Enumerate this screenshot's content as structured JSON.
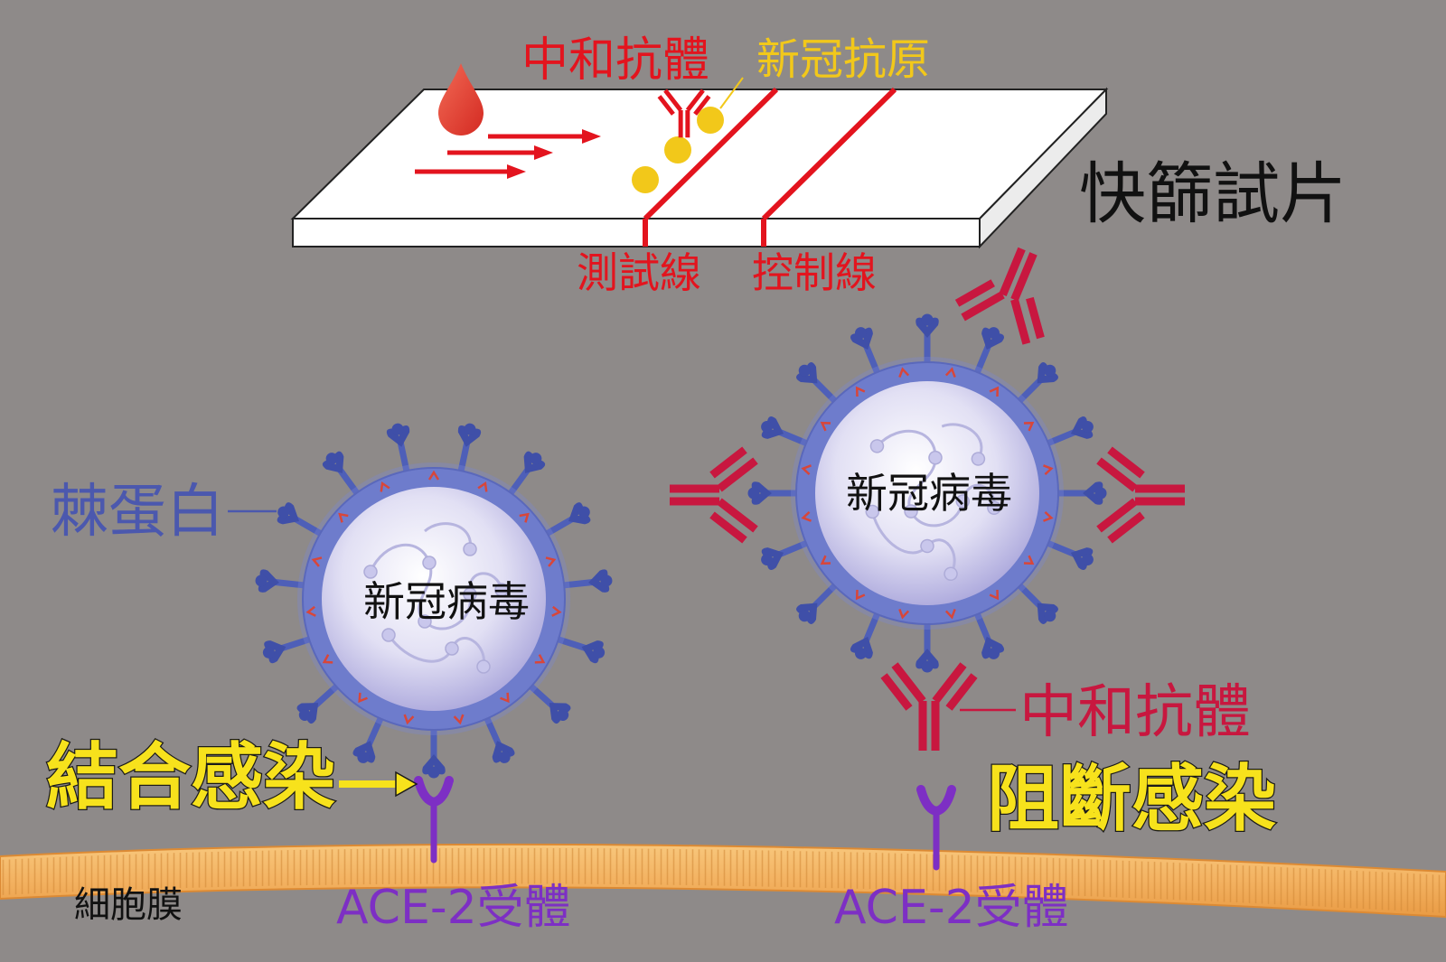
{
  "strip": {
    "title": "快篩試片",
    "antibody_label": "中和抗體",
    "antigen_label": "新冠抗原",
    "test_line_label": "測試線",
    "control_line_label": "控制線"
  },
  "left_virus": {
    "label": "新冠病毒",
    "spike_label": "棘蛋白",
    "action_label": "結合感染",
    "receptor_label": "ACE-2受體"
  },
  "right_virus": {
    "label": "新冠病毒",
    "antibody_label": "中和抗體",
    "action_label": "阻斷感染",
    "receptor_label": "ACE-2受體"
  },
  "membrane": {
    "label": "細胞膜"
  },
  "colors": {
    "background": "#8e8a89",
    "strip_red": "#e3141e",
    "antigen_gold": "#f2c81a",
    "action_yellow": "#f7e21c",
    "spike_blue": "#4e5fb8",
    "antibody_crimson": "#c8173f",
    "receptor_purple": "#7d2fc4",
    "membrane_orange": "#f1ad58"
  }
}
